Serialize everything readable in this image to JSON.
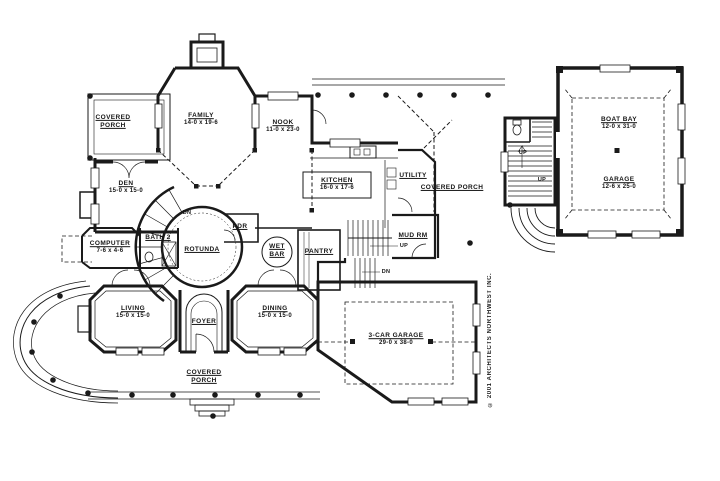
{
  "plan": {
    "copyright": "© 2001 ARCHITECTS NORTHWEST INC.",
    "colors": {
      "ink": "#1a1a1a",
      "paper": "#ffffff"
    },
    "rooms": [
      {
        "id": "covered-porch-upper-left",
        "name": "COVERED PORCH",
        "dims": ""
      },
      {
        "id": "family",
        "name": "FAMILY",
        "dims": "14-0 x 19-6"
      },
      {
        "id": "nook",
        "name": "NOOK",
        "dims": "11-0 x 23-0"
      },
      {
        "id": "den",
        "name": "DEN",
        "dims": "15-0 x 15-0"
      },
      {
        "id": "kitchen",
        "name": "KITCHEN",
        "dims": "16-0 x 17-6"
      },
      {
        "id": "utility",
        "name": "UTILITY",
        "dims": ""
      },
      {
        "id": "covered-porch-right",
        "name": "COVERED PORCH",
        "dims": ""
      },
      {
        "id": "mud-room",
        "name": "MUD RM",
        "dims": ""
      },
      {
        "id": "boat-bay",
        "name": "BOAT BAY",
        "dims": "12-0 x 31-0"
      },
      {
        "id": "garage-right",
        "name": "GARAGE",
        "dims": "12-6 x 25-0"
      },
      {
        "id": "computer",
        "name": "COMPUTER",
        "dims": "7-6 x 4-6"
      },
      {
        "id": "bath-2",
        "name": "BATH 2",
        "dims": ""
      },
      {
        "id": "rotunda",
        "name": "ROTUNDA",
        "dims": ""
      },
      {
        "id": "powder-room",
        "name": "PDR",
        "dims": ""
      },
      {
        "id": "wet-bar",
        "name": "WET BAR",
        "dims": ""
      },
      {
        "id": "pantry",
        "name": "PANTRY",
        "dims": ""
      },
      {
        "id": "foyer",
        "name": "FOYER",
        "dims": ""
      },
      {
        "id": "living",
        "name": "LIVING",
        "dims": "15-0 x 15-0"
      },
      {
        "id": "dining",
        "name": "DINING",
        "dims": "15-0 x 15-0"
      },
      {
        "id": "covered-porch-front",
        "name": "COVERED PORCH",
        "dims": ""
      },
      {
        "id": "garage-3car",
        "name": "3-CAR GARAGE",
        "dims": "29-0 x 38-0"
      }
    ],
    "stairs": {
      "up": "UP",
      "down": "DN"
    }
  }
}
